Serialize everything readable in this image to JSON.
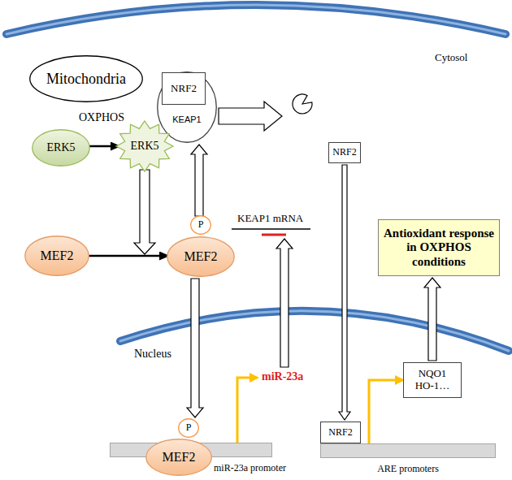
{
  "diagram": {
    "nodes": [
      {
        "text": [
          "Mitochondria"
        ]
      },
      {
        "text": [
          "KEAP1"
        ]
      },
      {
        "text": [
          "NRF2"
        ]
      },
      {
        "text": [
          "ERK5"
        ]
      },
      {
        "text": [
          "ERK5"
        ]
      },
      {
        "text": [
          "NRF2"
        ]
      },
      {
        "text": [
          "Antioxidant response in OXPHOS conditions"
        ]
      },
      {
        "text": [
          "P"
        ]
      },
      {
        "text": [
          "MEF2"
        ]
      },
      {
        "text": [
          "MEF2"
        ]
      },
      {
        "text": [
          "NQO1 HO-1…"
        ]
      },
      {
        "text": [
          "miR-23a promoter"
        ]
      },
      {
        "text": [
          "P"
        ]
      },
      {
        "text": [
          "MEF2"
        ]
      },
      {
        "text": [
          "ARE promoters"
        ]
      },
      {
        "text": [
          "NRF2"
        ]
      }
    ],
    "edges": [
      {
        "from": 3,
        "to": 4,
        "arrow": "to"
      },
      {
        "from": 4,
        "to": 9,
        "arrow": "to"
      },
      {
        "from": 8,
        "to": 9,
        "arrow": "to"
      },
      {
        "from": 9,
        "to": 13,
        "arrow": "to"
      },
      {
        "from": 5,
        "to": 15,
        "arrow": "to"
      },
      {
        "from": 14,
        "to": 10,
        "arrow": "to"
      },
      {
        "from": 10,
        "to": 6,
        "arrow": "to"
      }
    ],
    "labels": [
      "Cytosol",
      "OXPHOS",
      "KEAP1 mRNA",
      "miR-23a",
      "Nucleus"
    ]
  }
}
